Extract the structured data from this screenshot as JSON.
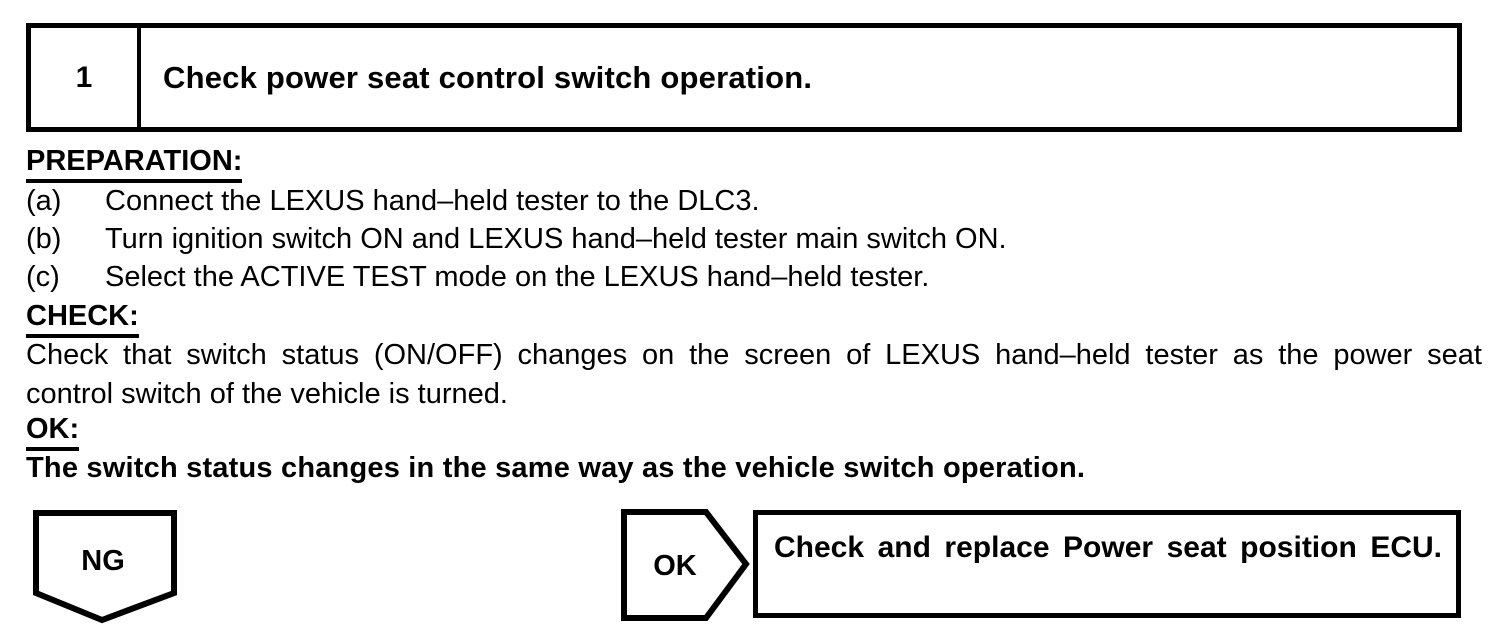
{
  "step": {
    "number": "1",
    "title": "Check power seat control switch operation."
  },
  "preparation": {
    "label": "PREPARATION:",
    "items": [
      {
        "marker": "(a)",
        "text": "Connect the LEXUS hand–held tester to the DLC3."
      },
      {
        "marker": "(b)",
        "text": "Turn ignition switch ON and LEXUS hand–held tester main switch ON."
      },
      {
        "marker": "(c)",
        "text": "Select the ACTIVE TEST mode on the LEXUS hand–held tester."
      }
    ]
  },
  "check": {
    "label": "CHECK:",
    "line1": "Check that switch status (ON/OFF) changes on the screen of LEXUS hand–held tester as the power seat",
    "line2": "control switch of the vehicle is turned."
  },
  "ok": {
    "label": "OK:",
    "text": "The switch status changes in the same way as the vehicle switch operation."
  },
  "flow": {
    "ng_label": "NG",
    "ok_label": "OK",
    "action": "Check and replace Power seat position ECU."
  },
  "colors": {
    "ink": "#000000",
    "paper": "#ffffff"
  }
}
